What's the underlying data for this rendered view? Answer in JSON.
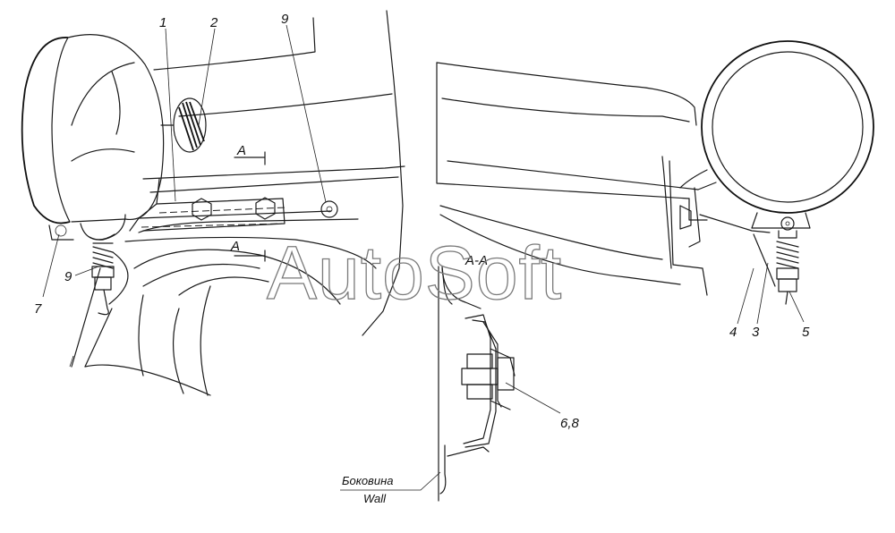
{
  "labels": {
    "p1": "1",
    "p2": "2",
    "p9_top": "9",
    "p9_left": "9",
    "p7": "7",
    "p4": "4",
    "p3": "3",
    "p5": "5",
    "p68": "6,8",
    "section_top": "A",
    "section_bottom": "A",
    "section_view": "A-A",
    "wall_ru": "Боковина",
    "wall_en": "Wall"
  },
  "watermark": "AutoSoft",
  "colors": {
    "ink": "#1a1a1a",
    "watermark": "#7a7a7a",
    "background": "#ffffff"
  }
}
